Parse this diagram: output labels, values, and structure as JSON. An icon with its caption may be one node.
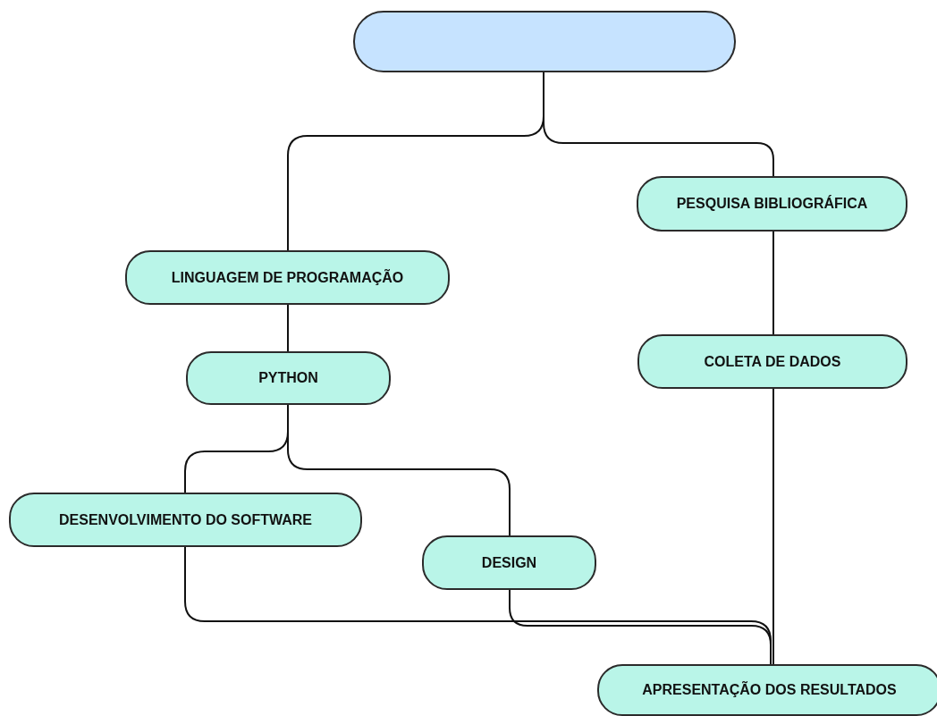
{
  "diagram": {
    "nodes": [
      {
        "text": [],
        "shape": "box"
      },
      {
        "text": [
          "PESQUISA BIBLIOGRÁFICA"
        ]
      },
      {
        "text": [
          "LINGUAGEM DE PROGRAMAÇÃO"
        ]
      },
      {
        "text": [
          "COLETA DE DADOS"
        ]
      },
      {
        "text": [
          "PYTHON"
        ]
      },
      {
        "text": [
          "DESENVOLVIMENTO DO SOFTWARE"
        ]
      },
      {
        "text": [
          "DESIGN"
        ]
      },
      {
        "text": [
          "APRESENTAÇÃO DOS RESULTADOS"
        ]
      }
    ],
    "edges": [
      {
        "from": 0,
        "to": 2,
        "arrow": "none"
      },
      {
        "from": 0,
        "to": 1,
        "arrow": "none"
      },
      {
        "from": 2,
        "to": 4,
        "arrow": "none"
      },
      {
        "from": 1,
        "to": 3,
        "arrow": "none"
      },
      {
        "from": 4,
        "to": 5,
        "arrow": "none"
      },
      {
        "from": 4,
        "to": 6,
        "arrow": "none"
      },
      {
        "from": 3,
        "to": 7,
        "arrow": "none"
      },
      {
        "from": 5,
        "to": 7,
        "arrow": "none"
      },
      {
        "from": 6,
        "to": 7,
        "arrow": "none"
      }
    ]
  }
}
